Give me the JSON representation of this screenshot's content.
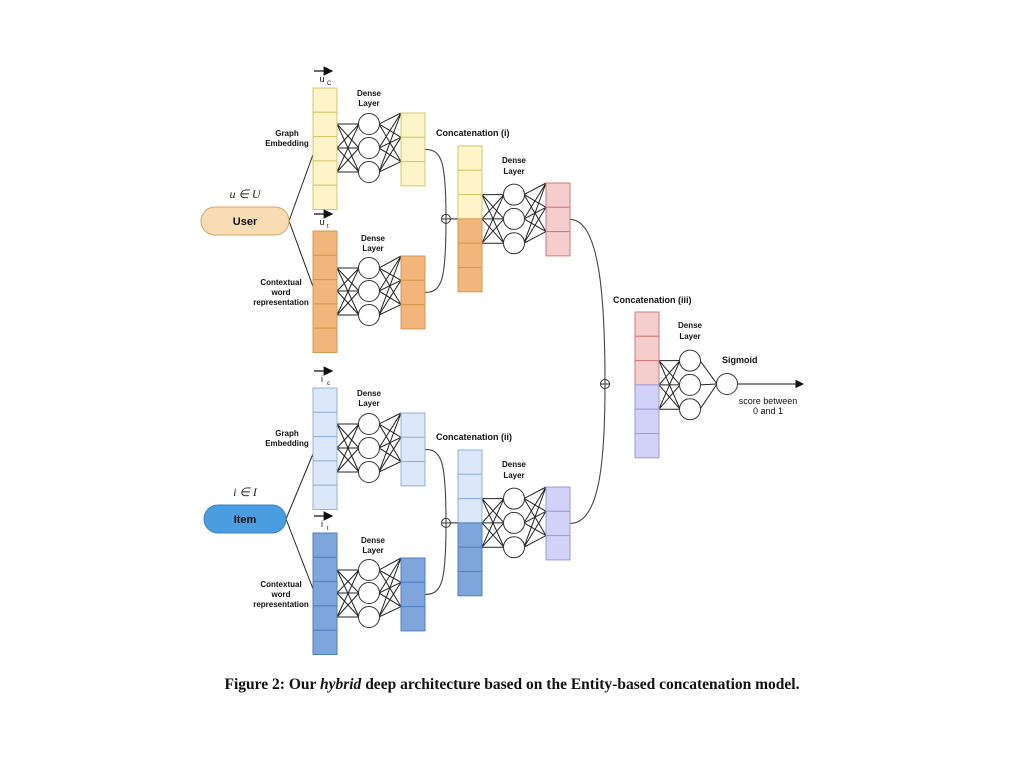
{
  "figure": {
    "caption": {
      "prefix": "Figure 2: Our ",
      "emphasis": "hybrid",
      "suffix": " deep architecture based on the Entity-based concatenation model."
    },
    "colors": {
      "user_graph": "#fdf4c9",
      "user_graph_border": "#d8c56a",
      "user_text": "#f2b57c",
      "user_text_border": "#d39a4e",
      "user_pill": "#f8dcb3",
      "user_pill_border": "#d7a466",
      "user_concat_out": "#f5cdcd",
      "user_concat_out_border": "#d07a7a",
      "item_graph": "#dce7f9",
      "item_graph_border": "#8fb0e0",
      "item_text": "#7fa6dc",
      "item_text_border": "#4f7fbf",
      "item_pill": "#4a9de0",
      "item_pill_border": "#3a84c4",
      "item_concat_out": "#d2d2f8",
      "item_concat_out_border": "#9a9ae0",
      "line": "#333333"
    },
    "user": {
      "entity_label": "User",
      "set_label": "u ∈ U",
      "graph_vector": "u",
      "graph_vector_sub": "C",
      "text_vector": "u",
      "text_vector_sub": "t",
      "graph_label_lines": [
        "Graph",
        "Embedding"
      ],
      "text_label_lines": [
        "Contextual",
        "word",
        "representation"
      ],
      "dense_label_lines": [
        "Dense",
        "Layer"
      ],
      "concat_label": "Concatenation (i)"
    },
    "item": {
      "entity_label": "Item",
      "set_label": "i ∈ I",
      "graph_vector": "i",
      "graph_vector_sub": "c",
      "text_vector": "i",
      "text_vector_sub": "t",
      "graph_label_lines": [
        "Graph",
        "Embedding"
      ],
      "text_label_lines": [
        "Contextual",
        "word",
        "representation"
      ],
      "dense_label_lines": [
        "Dense",
        "Layer"
      ],
      "concat_label": "Concatenation (ii)"
    },
    "final": {
      "concat_label": "Concatenation (iii)",
      "dense_label_lines": [
        "Dense",
        "Layer"
      ],
      "sigmoid_label": "Sigmoid",
      "output_label_lines": [
        "score between",
        "0 and 1"
      ]
    },
    "structure": {
      "input_cells": 5,
      "hidden_nodes": 3,
      "dense_output_cells": 3,
      "concat_cells": 6
    }
  }
}
